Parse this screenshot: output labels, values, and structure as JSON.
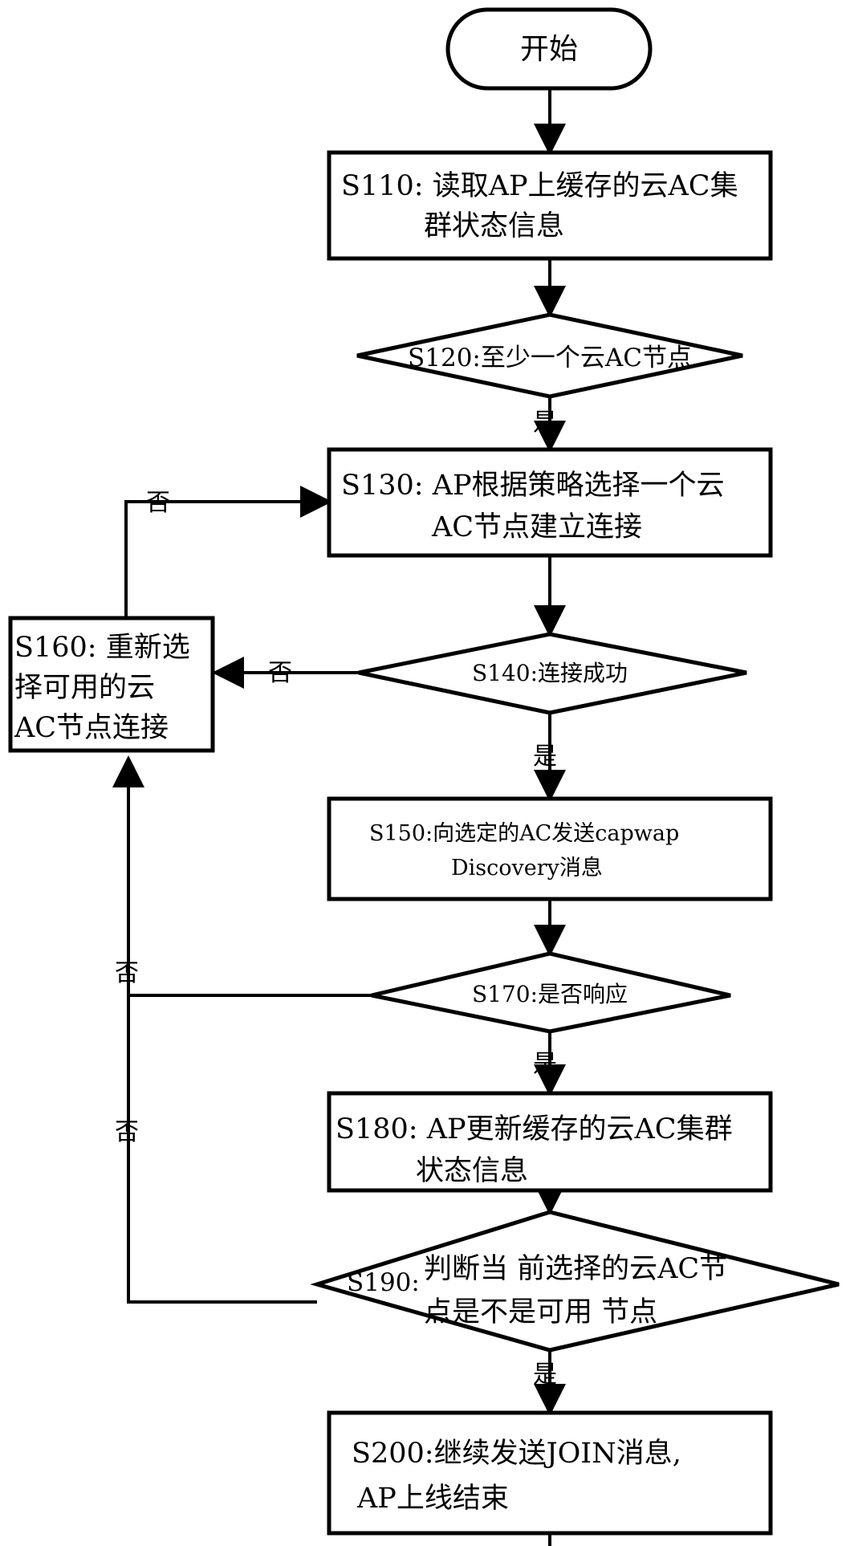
{
  "nodes": {
    "start": {
      "label": "开始"
    },
    "s110": {
      "line1": "S110: 读取AP上缓存的云AC集",
      "line2": "群状态信息"
    },
    "s120": {
      "label": "S120:至少一个云AC节点"
    },
    "s130": {
      "line1": "S130: AP根据策略选择一个云",
      "line2": "AC节点建立连接"
    },
    "s140": {
      "label": "S140:连接成功"
    },
    "s150": {
      "line1": "S150:向选定的AC发送capwap",
      "line2": "Discovery消息"
    },
    "s160": {
      "line1": "S160: 重新选",
      "line2": "择可用的云",
      "line3": "AC节点连接"
    },
    "s170": {
      "label": "S170:是否响应"
    },
    "s180": {
      "line1": "S180: AP更新缓存的云AC集群",
      "line2": "状态信息"
    },
    "s190": {
      "prefix": "S190:",
      "line1": "判断当 前选择的云AC节",
      "line2": "点是不是可用 节点"
    },
    "s200": {
      "line1": "S200:继续发送JOIN消息,",
      "line2": "AP上线结束"
    }
  },
  "edge_labels": {
    "yes": "是",
    "no": "否"
  }
}
